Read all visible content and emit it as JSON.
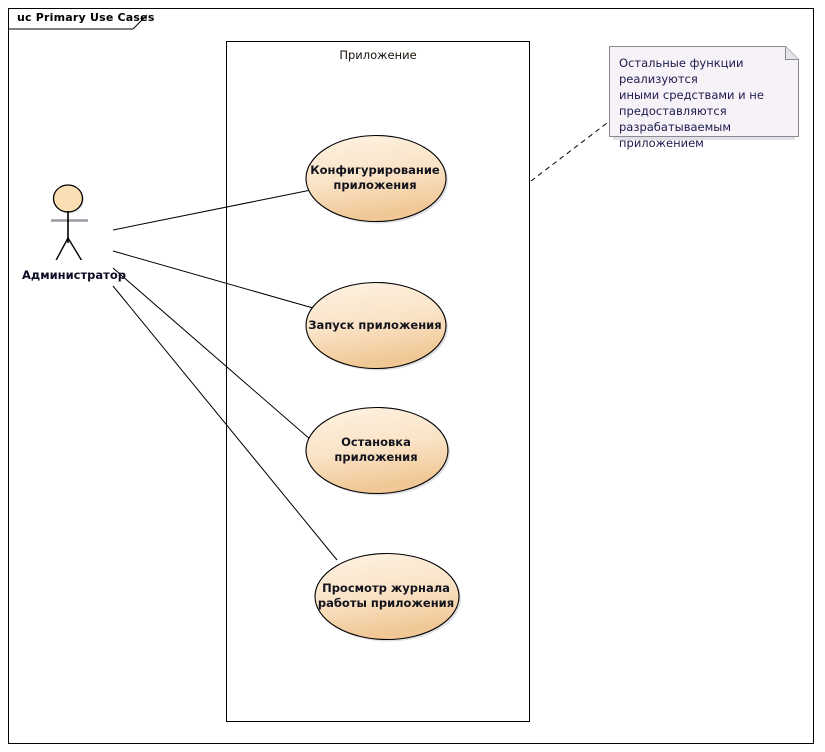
{
  "diagram": {
    "frame_label": "uc Primary Use Cases",
    "boundary_label": "Приложение",
    "actor": {
      "name": "Администратор",
      "type": "actor-stick-figure"
    },
    "use_cases": [
      {
        "id": "uc-configure",
        "line1": "Конфигурирование",
        "line2": "приложения"
      },
      {
        "id": "uc-start",
        "line1": "Запуск приложения",
        "line2": ""
      },
      {
        "id": "uc-stop",
        "line1": "Остановка",
        "line2": "приложения"
      },
      {
        "id": "uc-viewlog",
        "line1": "Просмотр журнала",
        "line2": "работы приложения"
      }
    ],
    "note": {
      "line1": "Остальные функции реализуются",
      "line2": "иными средствами и не",
      "line3": "предоставляются",
      "line4": "разрабатываемым приложением"
    },
    "colors": {
      "ellipse_fill_light": "#fdf0dc",
      "ellipse_fill_dark": "#f2cd9c",
      "ellipse_stroke": "#000000",
      "actor_head_fill": "#fadfb4",
      "note_fill": "#f7f2f7",
      "note_stroke": "#888888",
      "line_stroke": "#000000",
      "frame_stroke": "#000000",
      "note_text": "#1b1b4d",
      "label_text": "#0b0b23"
    }
  }
}
